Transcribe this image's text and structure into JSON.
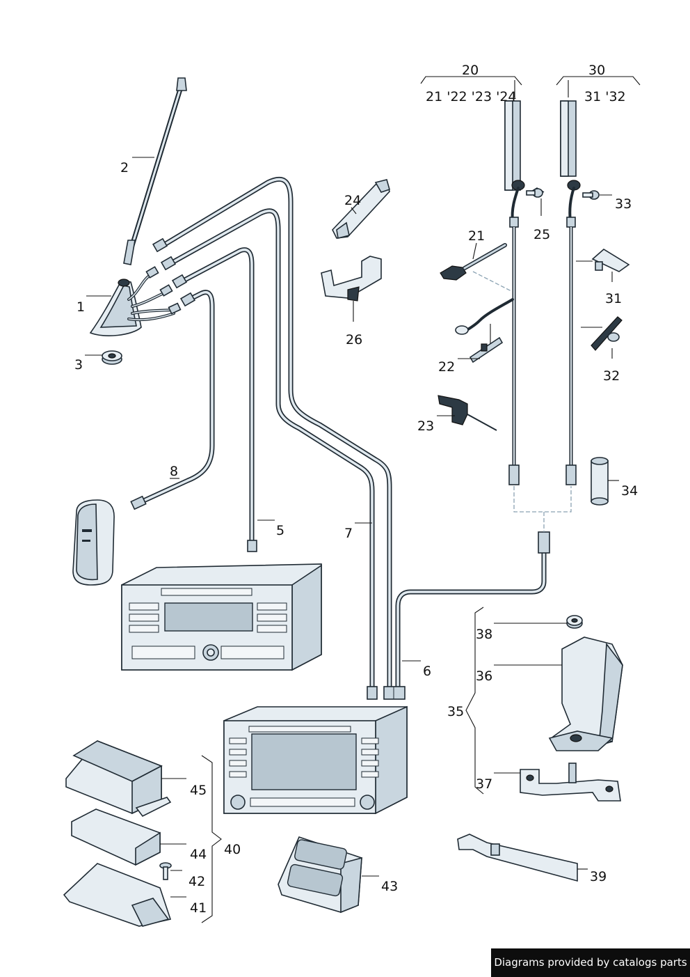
{
  "labels": {
    "l1": "1",
    "l2": "2",
    "l3": "3",
    "l5": "5",
    "l6": "6",
    "l7": "7",
    "l8": "8",
    "l20": "20",
    "l20sub": "21 '22 '23 '24",
    "l21": "21",
    "l22": "22",
    "l23": "23",
    "l24": "24",
    "l25": "25",
    "l26": "26",
    "l30": "30",
    "l30sub": "31 '32",
    "l31": "31",
    "l32": "32",
    "l33": "33",
    "l34": "34",
    "l35": "35",
    "l36": "36",
    "l37": "37",
    "l38": "38",
    "l39": "39",
    "l40": "40",
    "l41": "41",
    "l42": "42",
    "l43": "43",
    "l44": "44",
    "l45": "45"
  },
  "footer": {
    "text": "Diagrams provided by catalogs parts"
  },
  "colors": {
    "line": "#1f2a33",
    "fill": "#e6edf2",
    "shade": "#c9d6df",
    "footer_bg": "#0d0d0d"
  }
}
